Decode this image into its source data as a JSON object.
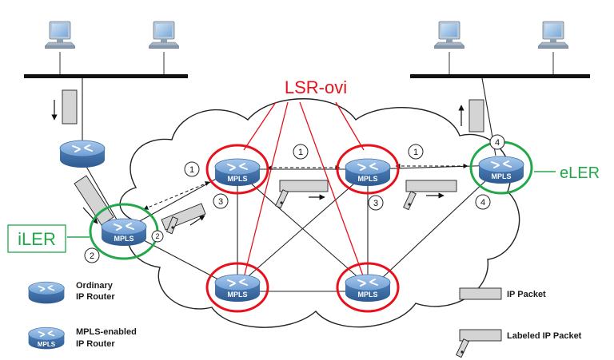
{
  "annotations": {
    "lsr_label": "LSR-ovi",
    "eler_label": "eLER",
    "iler_label": "iLER"
  },
  "router_tag": "MPLS",
  "step_numbers": {
    "s1a": "1",
    "s1b": "1",
    "s1c": "1",
    "s2": "2",
    "s2b": "2",
    "s3a": "3",
    "s3b": "3",
    "s4a": "4",
    "s4b": "4"
  },
  "legend": {
    "ordinary_line1": "Ordinary",
    "ordinary_line2": "IP Router",
    "mpls_line1": "MPLS-enabled",
    "mpls_line2": "IP Router",
    "mpls_tag": "MPLS",
    "ip_packet": "IP Packet",
    "labeled_ip_packet": "Labeled IP Packet"
  },
  "colors": {
    "annotation_red": "#e8101a",
    "edge_green": "#22a84a",
    "router_blue": "#5b8fc8",
    "packet_gray": "#d4d4d4",
    "text_dark": "#1a1a1a"
  }
}
